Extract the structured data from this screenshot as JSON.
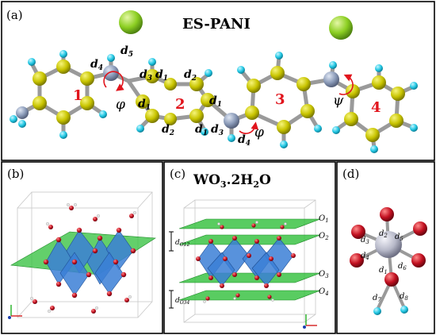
{
  "panels": {
    "a": {
      "tag": "(a)",
      "title": "ES-PANI",
      "rings": [
        "1",
        "2",
        "3",
        "4"
      ],
      "dist": {
        "d1": "d",
        "d2": "d",
        "d3": "d",
        "d4": "d",
        "d5": "d"
      },
      "subs": {
        "s1": "1",
        "s2": "2",
        "s3": "3",
        "s4": "4",
        "s5": "5"
      },
      "angles": {
        "phi": "φ",
        "varphi": "φ",
        "psi": "ψ"
      }
    },
    "b": {
      "tag": "(b)"
    },
    "c": {
      "tag": "(c)",
      "title_main": "WO",
      "title_sub1": "3",
      "title_mid": ".2H",
      "title_sub2": "2",
      "title_end": "O",
      "planes": {
        "o1": "O",
        "o2": "O",
        "o3": "O",
        "o4": "O",
        "s1": "1",
        "s2": "2",
        "s3": "3",
        "s4": "4"
      },
      "spacing": {
        "top": "d",
        "top_sub": "O12",
        "bottom": "d",
        "bottom_sub": "O34"
      }
    },
    "d": {
      "tag": "(d)",
      "labels": {
        "d1": "d",
        "d2": "d",
        "d3": "d",
        "d4": "d",
        "d5": "d",
        "d6": "d",
        "d7": "d",
        "d8": "d"
      },
      "subs": {
        "s1": "1",
        "s2": "2",
        "s3": "3",
        "s4": "4",
        "s5": "5",
        "s6": "6",
        "s7": "7",
        "s8": "8"
      }
    }
  },
  "colors": {
    "carbon": "#c8c800",
    "nitrogen": "#8a9ab8",
    "hydrogen": "#2ad0e8",
    "chlorine": "#8ccf22",
    "oxygen": "#c21020",
    "tungsten_poly": "#3b7fd6",
    "plane": "#2fbf3a",
    "ring_label": "#e1141c",
    "bond": "#a8a8a8"
  }
}
